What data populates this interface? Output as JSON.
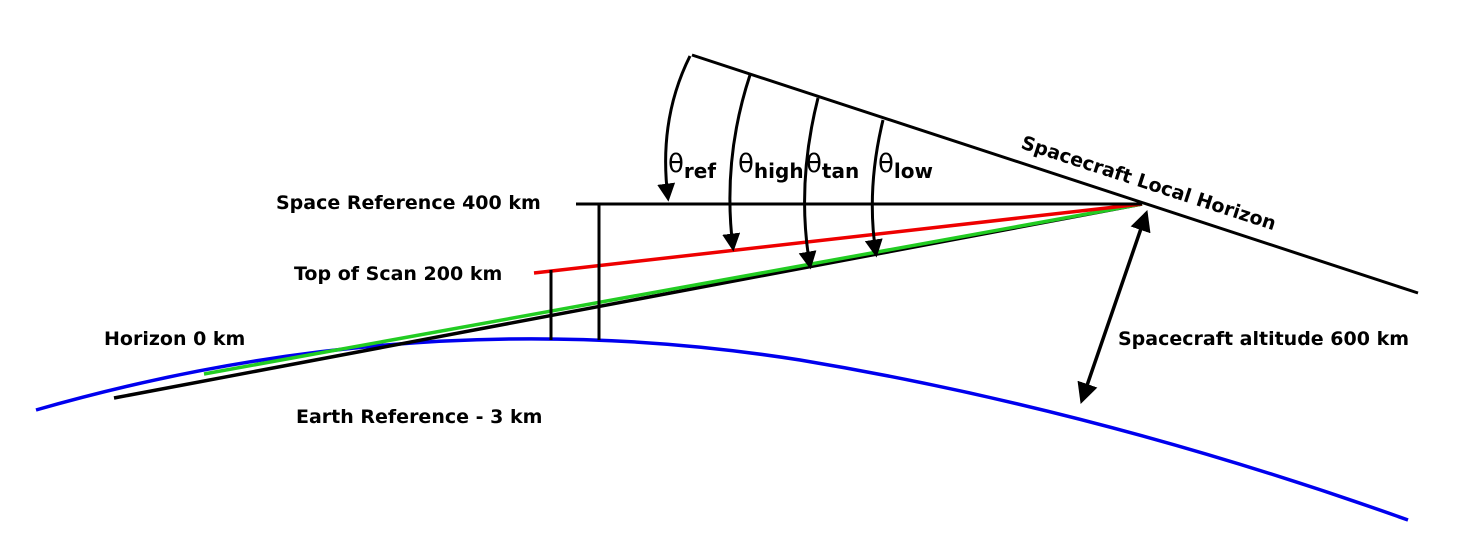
{
  "labels": {
    "space_reference": "Space Reference 400 km",
    "top_of_scan": "Top of Scan 200 km",
    "horizon": "Horizon 0 km",
    "earth_reference": "Earth Reference - 3 km",
    "spacecraft_local_horizon": "Spacecraft Local Horizon",
    "spacecraft_altitude": "Spacecraft altitude 600 km"
  },
  "angles": [
    {
      "symbol": "θ",
      "subscript": "ref"
    },
    {
      "symbol": "θ",
      "subscript": "high"
    },
    {
      "symbol": "θ",
      "subscript": "tan"
    },
    {
      "symbol": "θ",
      "subscript": "low"
    }
  ],
  "colors": {
    "earth_curve": "#0000ee",
    "top_of_scan_ray": "#ee0000",
    "tangent_ray": "#22cc22",
    "lines": "#000000"
  }
}
